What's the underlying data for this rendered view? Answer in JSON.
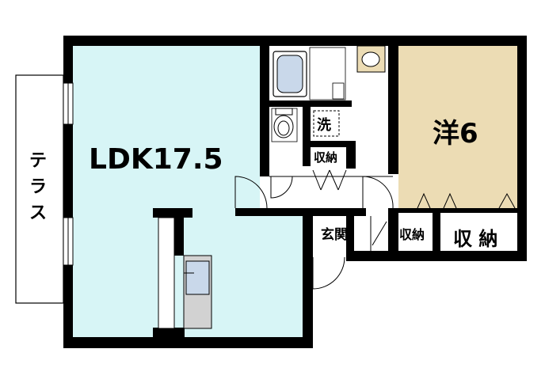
{
  "rooms": {
    "ldk": "LDK17.5",
    "western": "洋6",
    "terrace": "テラス",
    "washroom": "洗",
    "storage_small": "収納",
    "entrance": "玄関",
    "storage_entrance": "収納",
    "storage_large": "収 納"
  },
  "colors": {
    "ldk_floor": "#d7f5f6",
    "western_floor": "#ecdcb4",
    "wall": "#000000",
    "fixture": "#c9d8ea",
    "kitchen_counter": "#d2d2d2"
  }
}
